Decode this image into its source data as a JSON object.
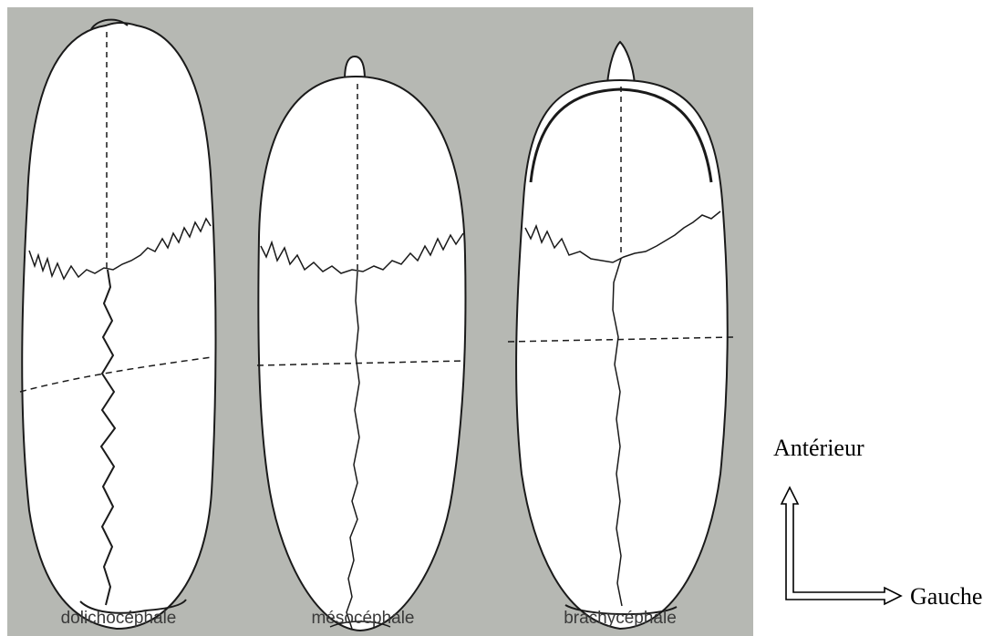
{
  "colors": {
    "panel_background": "#b6b8b3",
    "skull_fill": "#ffffff",
    "line": "#1a1a1a"
  },
  "skulls": [
    {
      "label": "dolichocéphale"
    },
    {
      "label": "mésocéphale"
    },
    {
      "label": "brachycéphale"
    }
  ],
  "orientation": {
    "anterior_label": "Antérieur",
    "left_label": "Gauche"
  }
}
